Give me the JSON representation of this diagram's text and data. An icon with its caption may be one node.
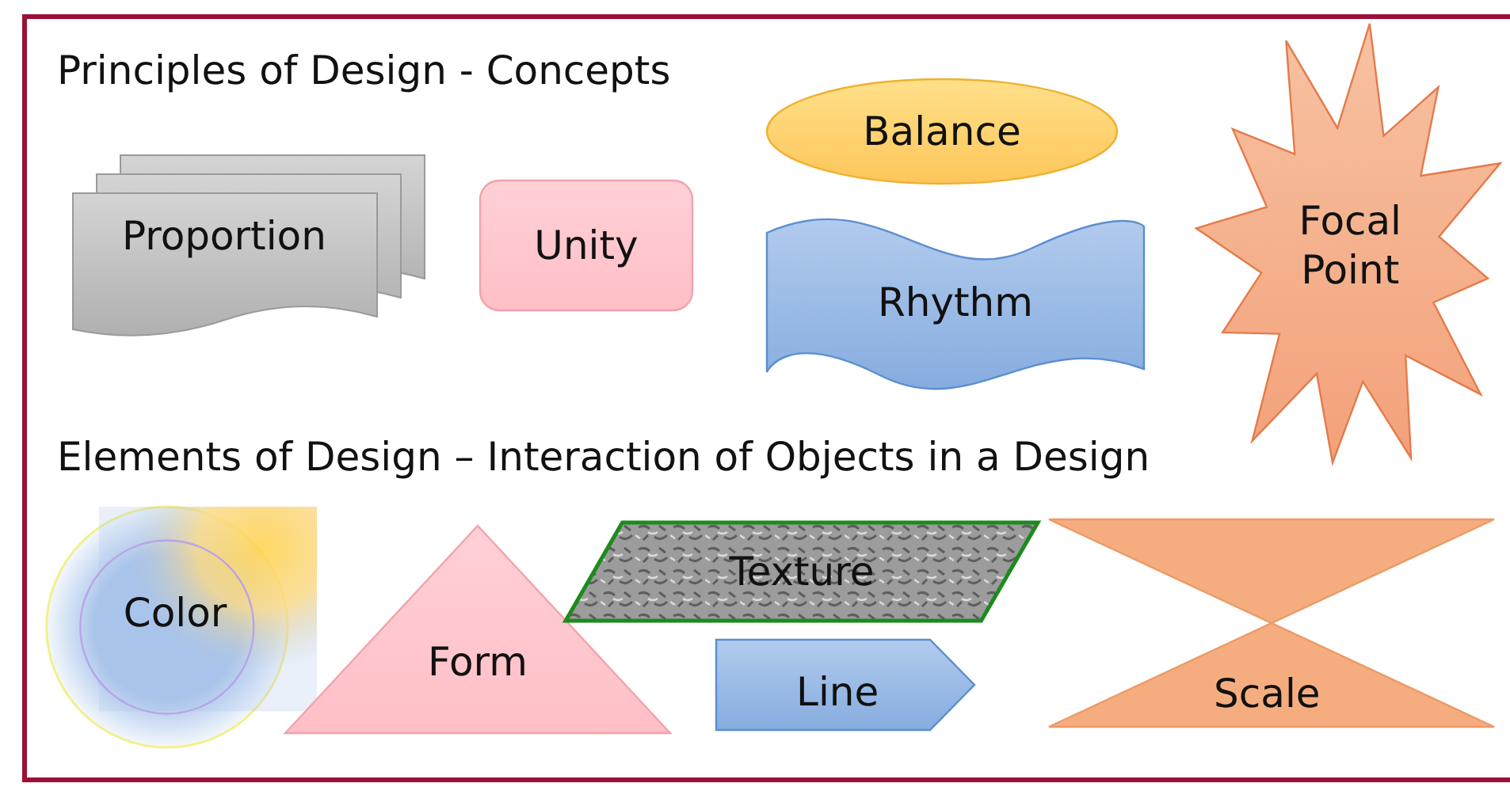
{
  "diagram": {
    "nodes": [
      {
        "text": [
          "Proportion"
        ]
      },
      {
        "text": [
          "Unity"
        ]
      },
      {
        "text": [
          "Balance"
        ]
      },
      {
        "text": [
          "Rhythm"
        ]
      },
      {
        "text": [
          "Focal Point"
        ]
      },
      {
        "text": [
          "Color"
        ]
      },
      {
        "text": [
          "Form"
        ]
      },
      {
        "text": [
          "Texture"
        ]
      },
      {
        "text": [
          "Line"
        ]
      },
      {
        "text": [
          "Scale"
        ]
      }
    ],
    "labels": [
      "Principles of Design - Concepts",
      "Elements of Design – Interaction of Objects in a Design"
    ]
  }
}
